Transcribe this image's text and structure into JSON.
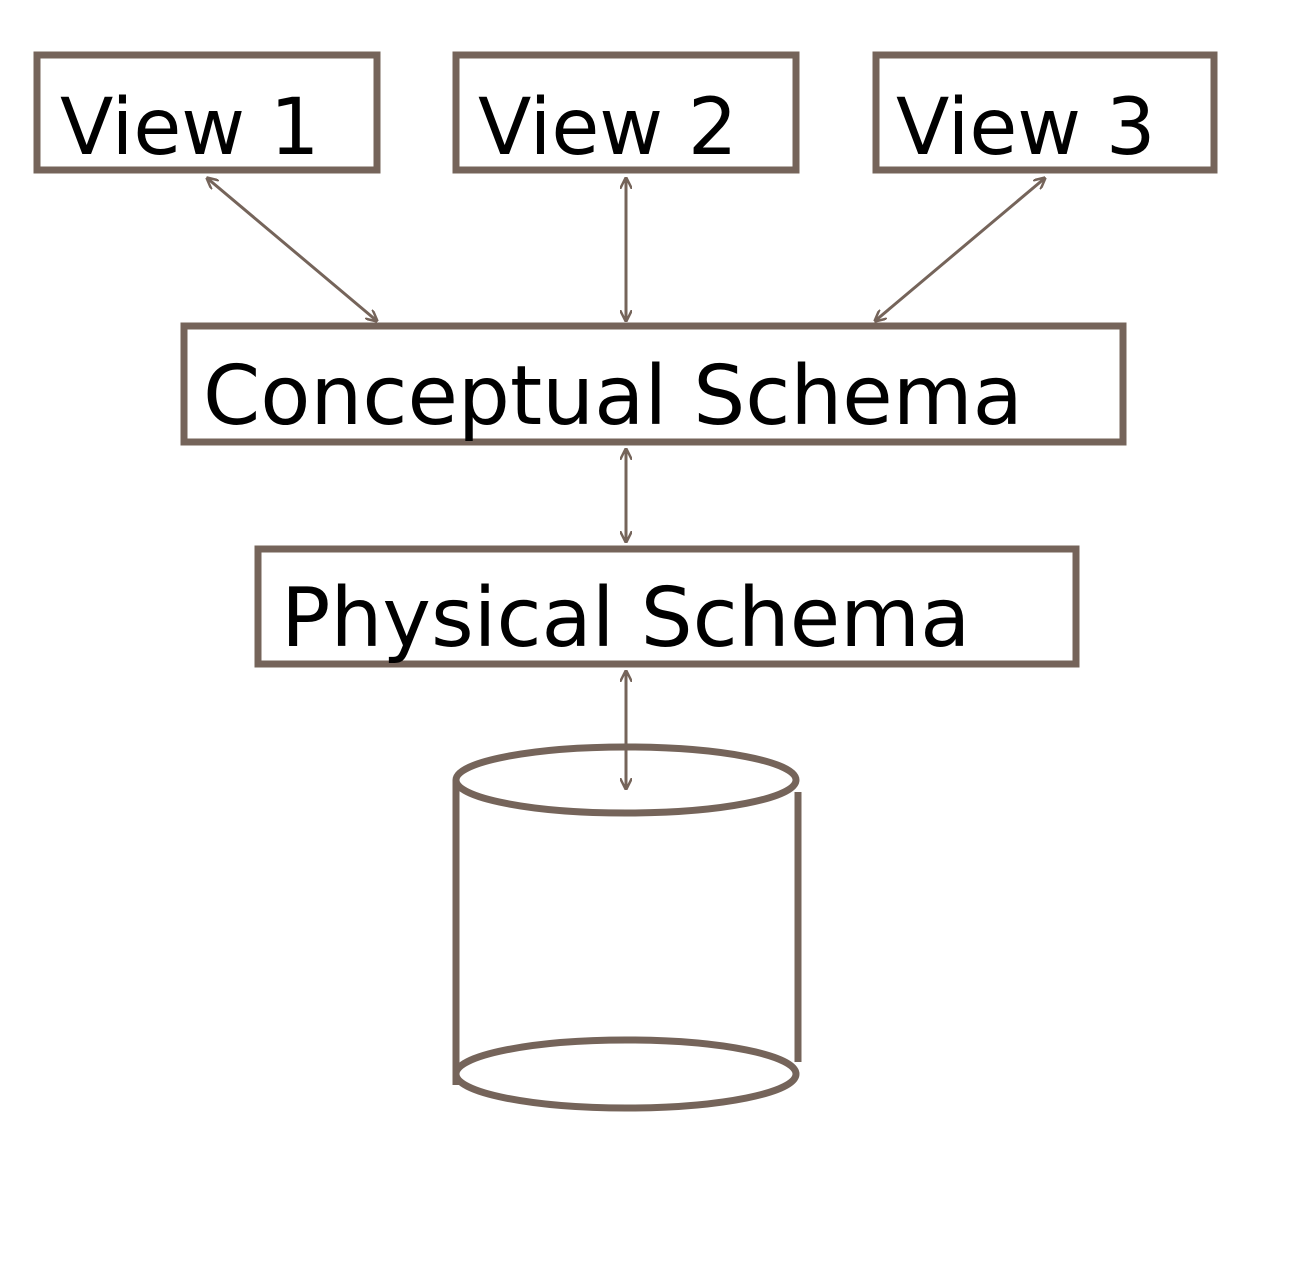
{
  "colors": {
    "stroke": "#75645A",
    "text": "#000000",
    "background": "#FFFFFF"
  },
  "views": [
    {
      "label": "View 1"
    },
    {
      "label": "View 2"
    },
    {
      "label": "View 3"
    }
  ],
  "conceptual": {
    "label": "Conceptual Schema"
  },
  "physical": {
    "label": "Physical Schema"
  },
  "storage": {
    "icon": "database-cylinder-icon"
  }
}
